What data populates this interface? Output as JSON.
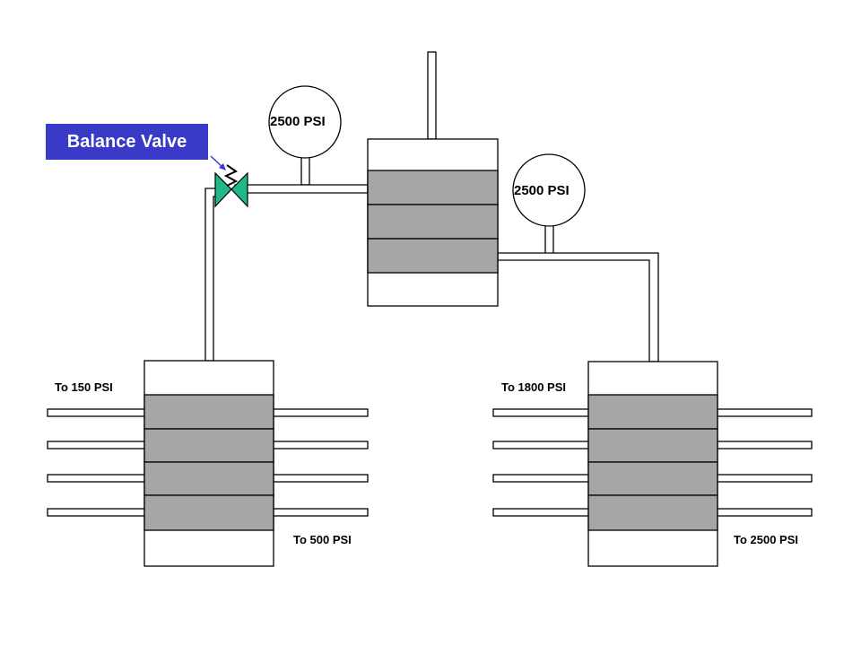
{
  "callout": {
    "label": "Balance Valve",
    "bg_color": "#3A3AC8",
    "text_color": "#FFFFFF"
  },
  "gauges": [
    {
      "id": "gauge-top",
      "reading": "2500 PSI"
    },
    {
      "id": "gauge-right",
      "reading": "2500 PSI"
    }
  ],
  "labels": {
    "to_150": "To 150 PSI",
    "to_500": "To 500 PSI",
    "to_1800": "To 1800 PSI",
    "to_2500": "To 2500 PSI"
  },
  "colors": {
    "module_fill": "#A6A6A6",
    "valve_fill": "#20B88A",
    "line": "#000000",
    "background": "#FFFFFF"
  },
  "icons": {
    "valve": "balance-valve-icon",
    "actuator": "zigzag-actuator-icon"
  }
}
